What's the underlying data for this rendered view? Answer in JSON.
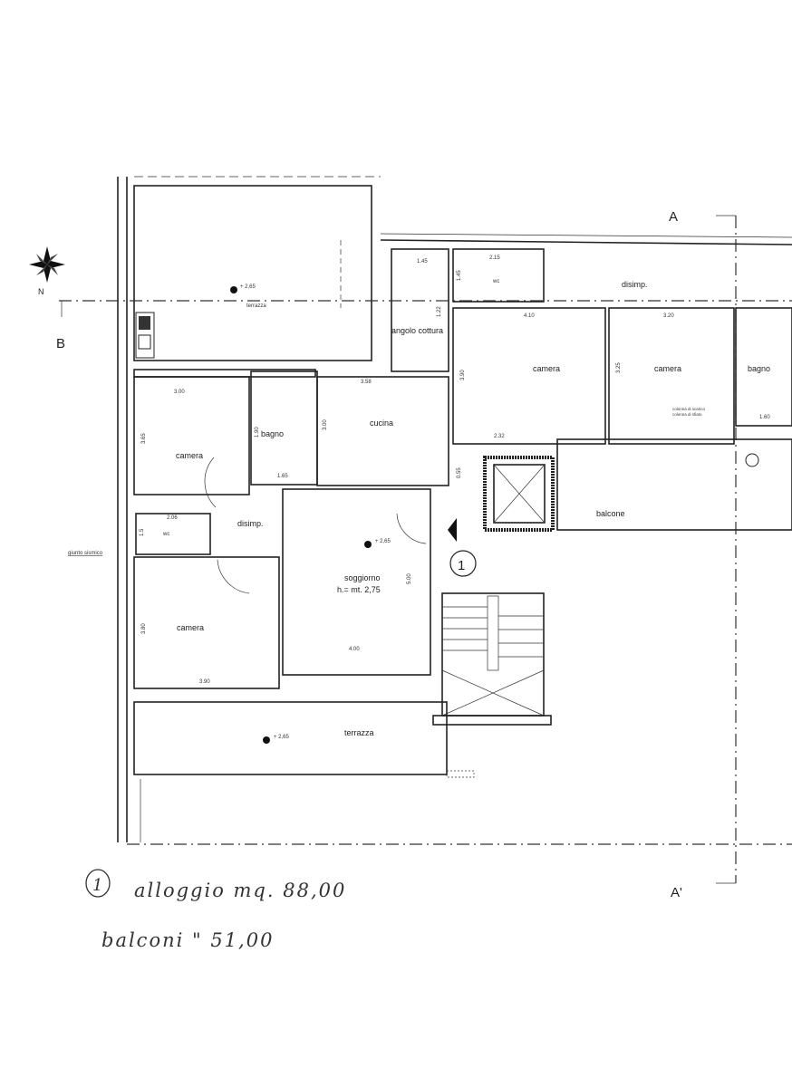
{
  "compass": {
    "north_label": "N"
  },
  "sections": {
    "b_label": "B",
    "a_label": "A",
    "a_prime_label": "A'"
  },
  "labels": {
    "giunto_sismico": "giunto sismico",
    "colonna_scarico": "colonna di scarico",
    "colonna_sfiato": "colonna di sfiato",
    "unit_number": "1"
  },
  "rooms": [
    {
      "name": "terrazza",
      "level": "+ 2,65"
    },
    {
      "name": "angolo cottura"
    },
    {
      "name": "wc",
      "dims": [
        "2.15",
        "1.45"
      ]
    },
    {
      "name": "disimp."
    },
    {
      "name": "camera",
      "dims": [
        "4.10",
        "3.90",
        "2.32"
      ]
    },
    {
      "name": "camera",
      "dims": [
        "3.20",
        "3.25"
      ]
    },
    {
      "name": "bagno",
      "dims": [
        "1.60"
      ]
    },
    {
      "name": "balcone"
    },
    {
      "name": "camera",
      "dims": [
        "3.00",
        "3.65"
      ]
    },
    {
      "name": "bagno",
      "dims": [
        "1.65",
        "1.90"
      ]
    },
    {
      "name": "cucina",
      "dims": [
        "3.58",
        "3.00",
        "0.55"
      ]
    },
    {
      "name": "wc",
      "dims": [
        "2.06",
        "1.5"
      ]
    },
    {
      "name": "disimp."
    },
    {
      "name": "soggiorno",
      "height": "h.= mt. 2,75",
      "level": "+ 2,65",
      "dims": [
        "4.00",
        "5.00"
      ]
    },
    {
      "name": "camera",
      "dims": [
        "3.90",
        "3.80"
      ]
    },
    {
      "name": "terrazza",
      "level": "+ 2,65"
    }
  ],
  "angolo_dims": [
    "1.45",
    "1.22"
  ],
  "handwritten_note": {
    "line1": "alloggio mq. 88,00",
    "line2": "balconi  \" 51,00",
    "circle_number": "1"
  }
}
